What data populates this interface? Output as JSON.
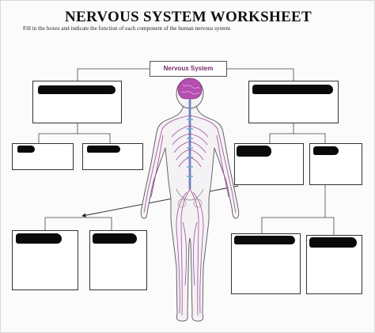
{
  "worksheet": {
    "title": "NERVOUS SYSTEM WORKSHEET",
    "instructions": "Fill in the boxes and indicate the function of each component of the human nervous system",
    "root_label": "Nervous System"
  },
  "colors": {
    "root_label": "#7a2a6b",
    "brain": "#b54fb0",
    "nerves": "#a04a9a",
    "spine": "#6aa6d8",
    "body_outline": "#555555"
  },
  "boxes": [
    {
      "id": "level1-left",
      "redacted": true
    },
    {
      "id": "level1-right",
      "redacted": true
    },
    {
      "id": "level2-left-a",
      "redacted": true
    },
    {
      "id": "level2-left-b",
      "redacted": true
    },
    {
      "id": "level2-right-a",
      "redacted": true
    },
    {
      "id": "level2-right-b",
      "redacted": true
    },
    {
      "id": "level3-left-a",
      "redacted": true
    },
    {
      "id": "level3-left-b",
      "redacted": true
    },
    {
      "id": "level3-right-a",
      "redacted": true
    },
    {
      "id": "level3-right-b",
      "redacted": true
    }
  ]
}
